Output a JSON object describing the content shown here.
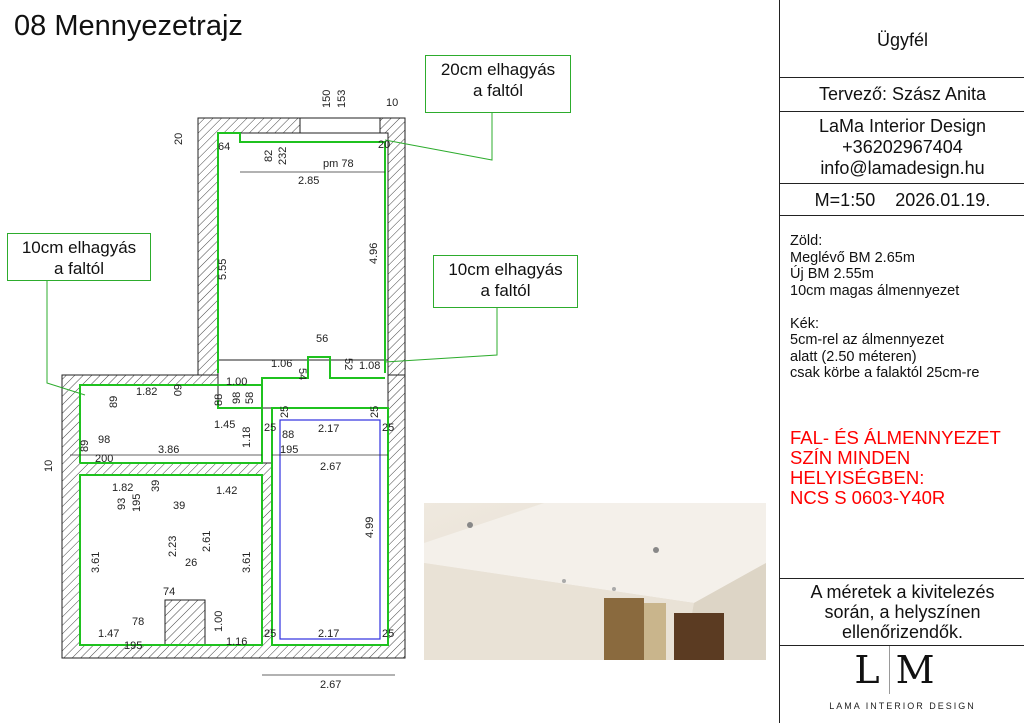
{
  "title": "08 Mennyezetrajz",
  "callouts": [
    {
      "line1": "20cm elhagyás",
      "line2": "a faltól"
    },
    {
      "line1": "10cm elhagyás",
      "line2": "a faltól"
    },
    {
      "line1": "10cm elhagyás",
      "line2": "a faltól"
    }
  ],
  "panel": {
    "client": "Ügyfél",
    "designer": "Tervező: Szász Anita",
    "company": "LaMa Interior Design",
    "phone": "+36202967404",
    "email": "info@lamadesign.hu",
    "scale": "M=1:50",
    "date": "2026.01.19.",
    "notes": [
      "Zöld:",
      "Meglévő BM 2.65m",
      "Új BM 2.55m",
      "10cm magas álmennyezet",
      "",
      "Kék:",
      "5cm-rel az álmennyezet",
      "alatt (2.50 méteren)",
      "csak körbe a falaktól 25cm-re"
    ],
    "color_notice": [
      "FAL- ÉS ÁLMENNYEZET",
      "SZÍN MINDEN",
      "HELYISÉGBEN:",
      "NCS S 0603-Y40R"
    ],
    "disclaimer": [
      "A méretek a kivitelezés",
      "során, a helyszínen",
      "ellenőrizendők."
    ],
    "logo_letters": "LM",
    "logo_text": "LAMA INTERIOR DESIGN"
  },
  "plan": {
    "dims": [
      "150",
      "153",
      "10",
      "20",
      "64",
      "82",
      "232",
      "20",
      "pm 78",
      "2.85",
      "5.55",
      "4.96",
      "56",
      "1.06",
      "54",
      "52",
      "1.08",
      "1.82",
      "89",
      "60",
      "88",
      "1.00",
      "98",
      "58",
      "1.45",
      "1.18",
      "25",
      "88",
      "2.17",
      "25",
      "25",
      "25",
      "195",
      "98",
      "89",
      "200",
      "3.86",
      "2.67",
      "10",
      "1.82",
      "93",
      "195",
      "39",
      "1.42",
      "39",
      "2.61",
      "2.23",
      "26",
      "3.61",
      "3.61",
      "4.99",
      "74",
      "1.00",
      "78",
      "1.47",
      "195",
      "1.16",
      "25",
      "2.17",
      "25",
      "2.67"
    ]
  },
  "colors": {
    "green": "#1fc21f",
    "blue": "#3030e0",
    "red": "#ff0000",
    "callout_border": "#2dac2d"
  }
}
